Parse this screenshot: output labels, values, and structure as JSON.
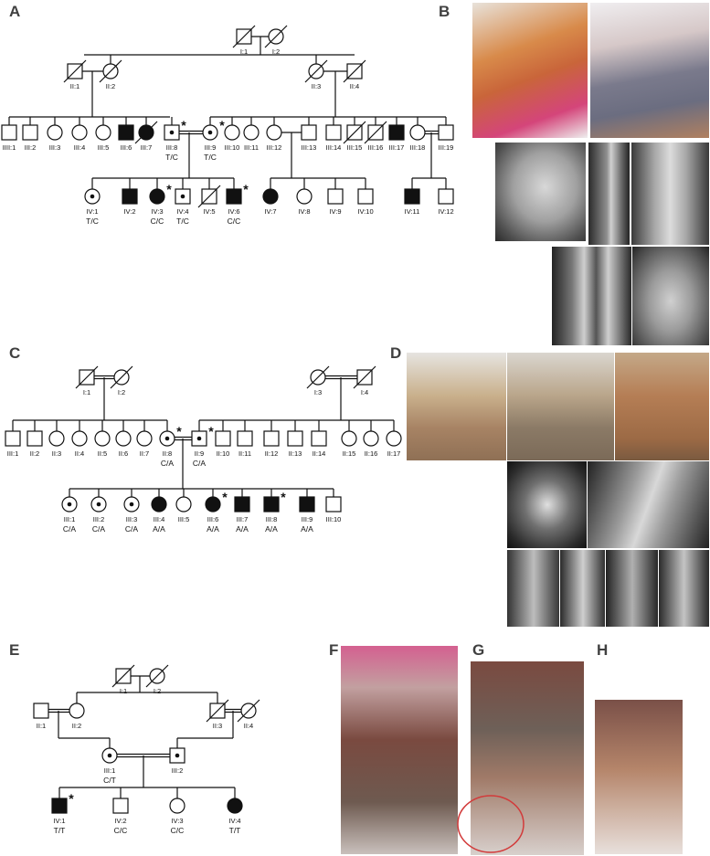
{
  "panel_letters": [
    "A",
    "B",
    "C",
    "D",
    "E",
    "F",
    "G",
    "H"
  ],
  "pedigree_A": {
    "gen1": [
      {
        "id": "I:1",
        "sex": "m",
        "dec": true
      },
      {
        "id": "I:2",
        "sex": "f",
        "dec": true
      }
    ],
    "gen2": [
      {
        "id": "II:1",
        "sex": "m",
        "dec": true
      },
      {
        "id": "II:2",
        "sex": "f",
        "dec": true
      },
      {
        "id": "II:3",
        "sex": "f",
        "dec": true
      },
      {
        "id": "II:4",
        "sex": "m",
        "dec": true
      }
    ],
    "gen3": [
      {
        "id": "IIII:1",
        "sex": "m"
      },
      {
        "id": "III:2",
        "sex": "m"
      },
      {
        "id": "III:3",
        "sex": "f"
      },
      {
        "id": "III:4",
        "sex": "f"
      },
      {
        "id": "III:5",
        "sex": "f"
      },
      {
        "id": "III:6",
        "sex": "m",
        "affected": true
      },
      {
        "id": "III:7",
        "sex": "f",
        "affected": true,
        "dec": true
      },
      {
        "id": "III:8",
        "sex": "m",
        "carrier": true,
        "geno": "T/C",
        "star": true
      },
      {
        "id": "III:9",
        "sex": "f",
        "carrier": true,
        "geno": "T/C",
        "star": true
      },
      {
        "id": "III:10",
        "sex": "f"
      },
      {
        "id": "III:11",
        "sex": "f"
      },
      {
        "id": "III:12",
        "sex": "f"
      },
      {
        "id": "III:13",
        "sex": "m"
      },
      {
        "id": "III:14",
        "sex": "m"
      },
      {
        "id": "III:15",
        "sex": "m",
        "dec": true
      },
      {
        "id": "III:16",
        "sex": "m",
        "dec": true
      },
      {
        "id": "III:17",
        "sex": "m",
        "affected": true
      },
      {
        "id": "III:18",
        "sex": "f"
      },
      {
        "id": "III:19",
        "sex": "m"
      }
    ],
    "gen4": [
      {
        "id": "IV:1",
        "sex": "f",
        "carrier": true,
        "geno": "T/C"
      },
      {
        "id": "IV:2",
        "sex": "m",
        "affected": true
      },
      {
        "id": "IV:3",
        "sex": "f",
        "affected": true,
        "geno": "C/C",
        "star": true
      },
      {
        "id": "IV:4",
        "sex": "m",
        "carrier": true,
        "geno": "T/C"
      },
      {
        "id": "IV:5",
        "sex": "m",
        "dec": true
      },
      {
        "id": "IV:6",
        "sex": "m",
        "affected": true,
        "geno": "C/C",
        "star": true
      },
      {
        "id": "IV:7",
        "sex": "f",
        "affected": true
      },
      {
        "id": "IV:8",
        "sex": "f"
      },
      {
        "id": "IV:9",
        "sex": "m"
      },
      {
        "id": "IV:10",
        "sex": "m"
      },
      {
        "id": "IV:11",
        "sex": "m",
        "affected": true
      },
      {
        "id": "IV:12",
        "sex": "m"
      }
    ]
  },
  "pedigree_C": {
    "gen1": [
      {
        "id": "I:1",
        "sex": "m",
        "dec": true
      },
      {
        "id": "I:2",
        "sex": "f",
        "dec": true
      },
      {
        "id": "I:3",
        "sex": "f",
        "dec": true
      },
      {
        "id": "I:4",
        "sex": "m",
        "dec": true
      }
    ],
    "gen2": [
      {
        "id": "III:1",
        "sex": "m"
      },
      {
        "id": "II:2",
        "sex": "m"
      },
      {
        "id": "II:3",
        "sex": "f"
      },
      {
        "id": "II:4",
        "sex": "f"
      },
      {
        "id": "II:5",
        "sex": "f"
      },
      {
        "id": "II:6",
        "sex": "f"
      },
      {
        "id": "II:7",
        "sex": "f"
      },
      {
        "id": "II:8",
        "sex": "f",
        "carrier": true,
        "geno": "C/A",
        "star": true
      },
      {
        "id": "II:9",
        "sex": "m",
        "carrier": true,
        "geno": "C/A",
        "star": true
      },
      {
        "id": "II:10",
        "sex": "m"
      },
      {
        "id": "II:11",
        "sex": "m"
      },
      {
        "id": "II:12",
        "sex": "m"
      },
      {
        "id": "II:13",
        "sex": "m"
      },
      {
        "id": "II:14",
        "sex": "m"
      },
      {
        "id": "II:15",
        "sex": "f"
      },
      {
        "id": "II:16",
        "sex": "f"
      },
      {
        "id": "II:17",
        "sex": "f"
      }
    ],
    "gen3": [
      {
        "id": "III:1",
        "sex": "f",
        "carrier": true,
        "geno": "C/A"
      },
      {
        "id": "III:2",
        "sex": "f",
        "carrier": true,
        "geno": "C/A"
      },
      {
        "id": "III:3",
        "sex": "f",
        "carrier": true,
        "geno": "C/A"
      },
      {
        "id": "III:4",
        "sex": "f",
        "affected": true,
        "geno": "A/A"
      },
      {
        "id": "III:5",
        "sex": "f"
      },
      {
        "id": "III:6",
        "sex": "f",
        "affected": true,
        "geno": "A/A",
        "star": true
      },
      {
        "id": "III:7",
        "sex": "m",
        "affected": true,
        "geno": "A/A"
      },
      {
        "id": "III:8",
        "sex": "m",
        "affected": true,
        "geno": "A/A",
        "star": true
      },
      {
        "id": "III:9",
        "sex": "m",
        "affected": true,
        "geno": "A/A"
      },
      {
        "id": "III:10",
        "sex": "m"
      }
    ]
  },
  "pedigree_E": {
    "gen1": [
      {
        "id": "I:1",
        "sex": "m",
        "dec": true
      },
      {
        "id": "I:2",
        "sex": "f",
        "dec": true
      }
    ],
    "gen2": [
      {
        "id": "II:1",
        "sex": "m"
      },
      {
        "id": "II:2",
        "sex": "f"
      },
      {
        "id": "II:3",
        "sex": "m",
        "dec": true
      },
      {
        "id": "II:4",
        "sex": "f",
        "dec": true
      }
    ],
    "gen3": [
      {
        "id": "III:1",
        "sex": "f",
        "carrier": true,
        "geno": "C/T"
      },
      {
        "id": "III:2",
        "sex": "m",
        "carrier": true
      }
    ],
    "gen4": [
      {
        "id": "IV:1",
        "sex": "m",
        "affected": true,
        "geno": "T/T",
        "star": true
      },
      {
        "id": "IV:2",
        "sex": "m",
        "geno": "C/C"
      },
      {
        "id": "IV:3",
        "sex": "f",
        "geno": "C/C"
      },
      {
        "id": "IV:4",
        "sex": "f",
        "affected": true,
        "geno": "T/T"
      }
    ]
  },
  "colors": {
    "ink": "#111111",
    "panel_letter": "#404040",
    "skin": "#b8865e",
    "xray": "#9a9a9a",
    "sand": "#b09070"
  },
  "photos": [
    {
      "panel": "B",
      "name": "photo-child-orange-dress"
    },
    {
      "panel": "B",
      "name": "photo-child-sitting"
    },
    {
      "panel": "B",
      "name": "xray-skull"
    },
    {
      "panel": "B",
      "name": "xray-spine-lateral"
    },
    {
      "panel": "B",
      "name": "xray-spine-ap"
    },
    {
      "panel": "B",
      "name": "xray-legs"
    },
    {
      "panel": "B",
      "name": "xray-pelvis"
    },
    {
      "panel": "D",
      "name": "photo-children-standing"
    },
    {
      "panel": "D",
      "name": "photo-children-seated"
    },
    {
      "panel": "D",
      "name": "photo-back-scoliosis"
    },
    {
      "panel": "D",
      "name": "xray-chest"
    },
    {
      "panel": "D",
      "name": "xray-elbows"
    },
    {
      "panel": "D",
      "name": "xray-knee-1"
    },
    {
      "panel": "D",
      "name": "xray-knee-2"
    },
    {
      "panel": "D",
      "name": "xray-wrist-1"
    },
    {
      "panel": "D",
      "name": "xray-wrist-2"
    },
    {
      "panel": "F",
      "name": "photo-man-crutches"
    },
    {
      "panel": "G",
      "name": "photo-legs-feet"
    },
    {
      "panel": "H",
      "name": "photo-hands"
    }
  ]
}
